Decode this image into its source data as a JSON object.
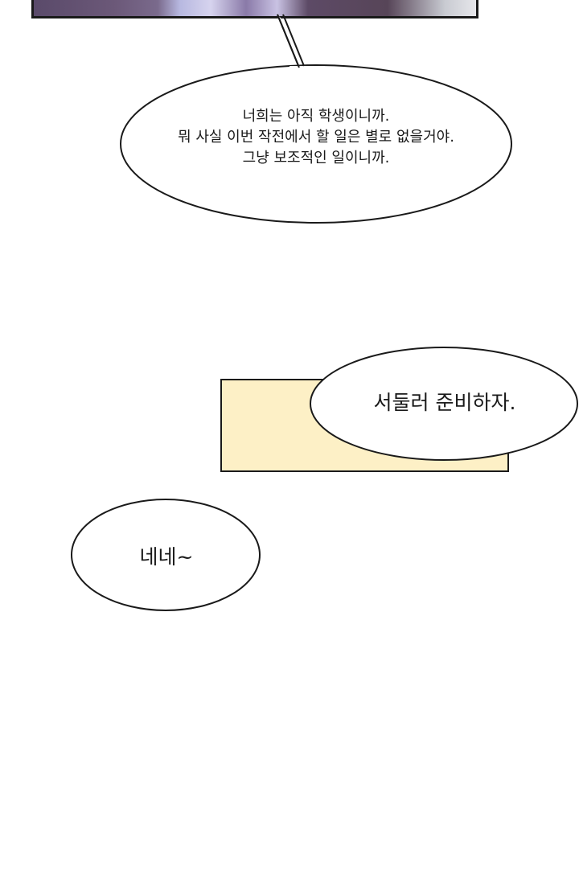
{
  "panels": {
    "top_panel_gradient_note": "",
    "yellow_panel_color": "#fdf0c6"
  },
  "bubbles": {
    "bubble_1": {
      "text": "너희는 아직 학생이니까.\n뭐 사실 이번 작전에서 할 일은 별로 없을거야.\n그냥 보조적인 일이니까."
    },
    "bubble_2": {
      "text": "서둘러 준비하자."
    },
    "bubble_3": {
      "text": "네네~"
    }
  },
  "colors": {
    "ink": "#1a1a1a",
    "bubble_fill": "#ffffff",
    "panel_fill": "#fdf0c6"
  }
}
